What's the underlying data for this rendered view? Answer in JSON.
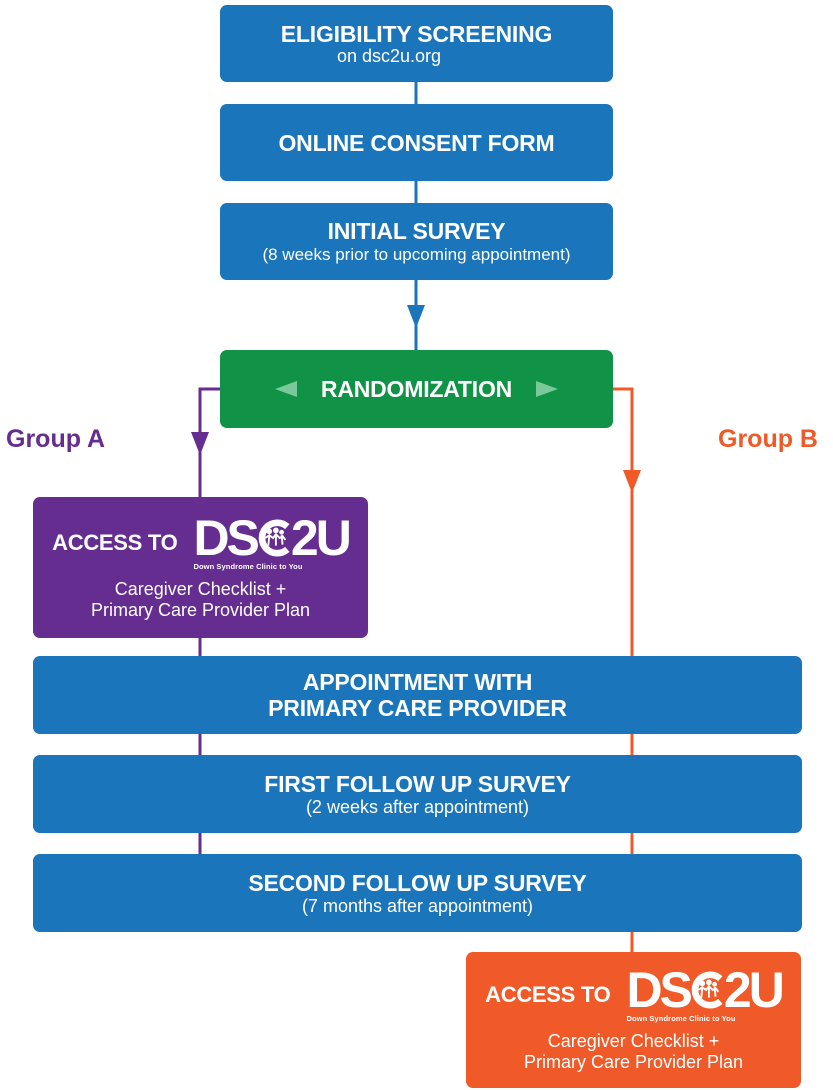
{
  "steps": {
    "eligibility": {
      "title": "ELIGIBILITY SCREENING",
      "sub": "on dsc2u.org"
    },
    "consent": {
      "title": "ONLINE CONSENT FORM"
    },
    "initial_survey": {
      "title": "INITIAL SURVEY",
      "sub": "(8 weeks prior to upcoming appointment)"
    },
    "randomization": {
      "title": "RANDOMIZATION"
    },
    "appointment": {
      "line1": "APPOINTMENT WITH",
      "line2": "PRIMARY CARE PROVIDER"
    },
    "first_followup": {
      "title": "FIRST FOLLOW UP SURVEY",
      "sub": "(2 weeks after appointment)"
    },
    "second_followup": {
      "title": "SECOND FOLLOW UP SURVEY",
      "sub": "(7 months after appointment)"
    }
  },
  "groups": {
    "a": {
      "label": "Group A",
      "color": "#662d91"
    },
    "b": {
      "label": "Group B",
      "color": "#f05a28"
    }
  },
  "access_box": {
    "prefix": "ACCESS TO",
    "logo_left": "DS",
    "logo_right": "2U",
    "logo_tagline": "Down Syndrome Clinic to You",
    "line1": "Caregiver Checklist +",
    "line2": "Primary Care Provider Plan"
  },
  "colors": {
    "blue": "#1a75bb",
    "green": "#109346",
    "purple": "#662d91",
    "orange": "#f05a28",
    "arrow_green": "#7bc99a"
  }
}
